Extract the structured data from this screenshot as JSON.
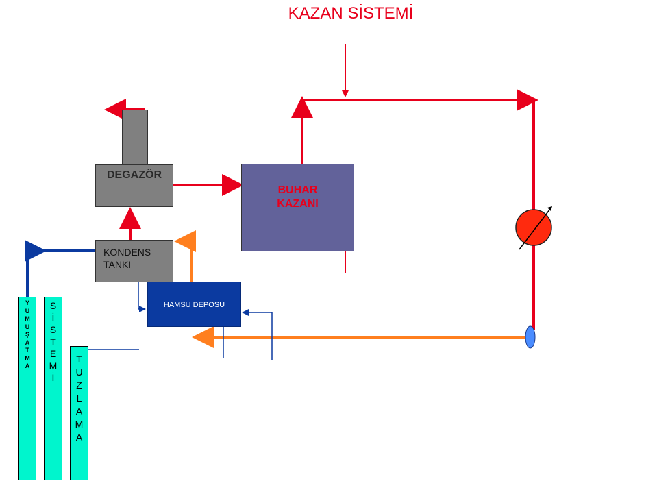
{
  "title": "KAZAN SİSTEMİ",
  "equipment": {
    "degazor": "DEGAZÖR",
    "kondens_line1": "KONDENS",
    "kondens_line2": "TANKI",
    "kazan_line1": "BUHAR",
    "kazan_line2": "KAZANI",
    "hamsu": "HAMSU DEPOSU"
  },
  "columns": {
    "yumusatma": "Y\nU\nM\nU\nŞ\nA\nT\nM\nA",
    "sistemi": "S\nİ\nS\nT\nE\nM\nİ",
    "tuzlama": "T\nU\nZ\nL\nA\nM\nA"
  },
  "colors": {
    "steam_line": "#e8001c",
    "condensate_line": "#ff7f1f",
    "soft_water_line": "#0b3aa0",
    "column_fill": "#00f5cd",
    "tank_gray": "#808080",
    "boiler_fill": "#62629a",
    "hamsu_fill": "#0b3aa0"
  }
}
